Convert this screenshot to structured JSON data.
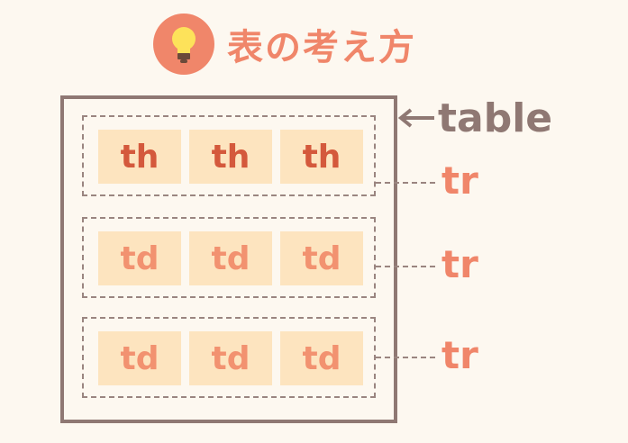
{
  "header": {
    "title": "表の考え方",
    "icon": "lightbulb-icon"
  },
  "colors": {
    "accent": "#f0866a",
    "frame": "#8f7873",
    "cell_bg": "#fde4bf",
    "th_text": "#d4593c",
    "td_text": "#f29270",
    "background": "#fdf8f0"
  },
  "labels": {
    "table": "table",
    "tr": "tr"
  },
  "rows": [
    {
      "cells": [
        "th",
        "th",
        "th"
      ]
    },
    {
      "cells": [
        "td",
        "td",
        "td"
      ]
    },
    {
      "cells": [
        "td",
        "td",
        "td"
      ]
    }
  ]
}
